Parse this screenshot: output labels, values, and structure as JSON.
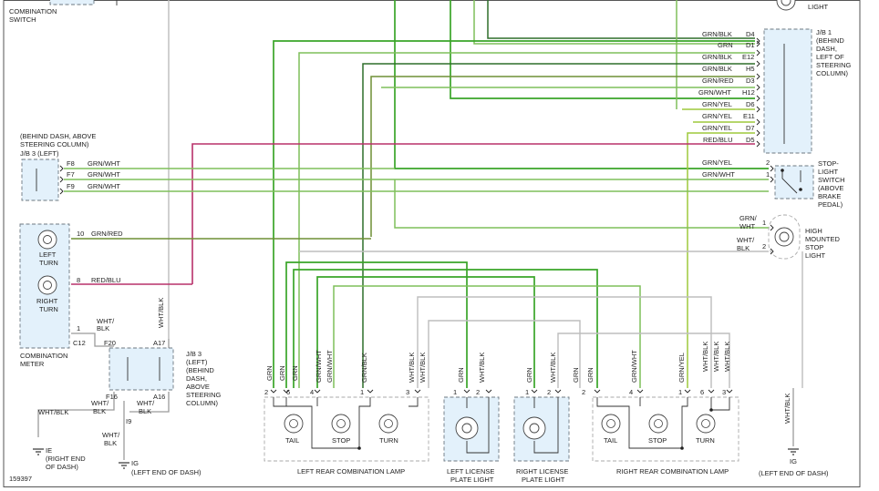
{
  "labels": {
    "combination_switch": [
      "COMBINATION",
      "SWITCH"
    ],
    "light_top": "LIGHT",
    "jb1": [
      "J/B 1",
      "(BEHIND",
      "DASH,",
      "LEFT OF",
      "STEERING",
      "COLUMN)"
    ],
    "jb3_top_loc": [
      "(BEHIND DASH, ABOVE",
      "STEERING COLUMN)"
    ],
    "jb3_top_name": "J/B 3 (LEFT)",
    "stop_switch": [
      "STOP-",
      "LIGHT",
      "SWITCH",
      "(ABOVE",
      "BRAKE",
      "PEDAL)"
    ],
    "high_stop": [
      "HIGH",
      "MOUNTED",
      "STOP",
      "LIGHT"
    ],
    "left_turn": [
      "LEFT",
      "TURN"
    ],
    "right_turn": [
      "RIGHT",
      "TURN"
    ],
    "combination_meter": [
      "COMBINATION",
      "METER"
    ],
    "jb3_bottom": [
      "J/B 3",
      "(LEFT)",
      "(BEHIND",
      "DASH,",
      "ABOVE",
      "STEERING",
      "COLUMN)"
    ],
    "ground_ie": [
      "IE",
      "(RIGHT END",
      "OF DASH)"
    ],
    "ground_ig_left": "IG",
    "ground_ig_left_loc": "(LEFT END OF DASH)",
    "ground_ig_right": "IG",
    "ground_ig_right_loc": "(LEFT END OF DASH)",
    "left_rear_lamp": "LEFT REAR COMBINATION LAMP",
    "left_license": [
      "LEFT LICENSE",
      "PLATE LIGHT"
    ],
    "right_license": [
      "RIGHT LICENSE",
      "PLATE LIGHT"
    ],
    "right_rear_lamp": "RIGHT REAR COMBINATION LAMP",
    "tail": "TAIL",
    "stop": "STOP",
    "turn": "TURN",
    "diagram_id": "159397"
  },
  "jb1_wires": [
    {
      "color": "GRN/BLK",
      "pin": "D4"
    },
    {
      "color": "GRN",
      "pin": "D1"
    },
    {
      "color": "GRN/BLK",
      "pin": "E12"
    },
    {
      "color": "GRN/BLK",
      "pin": "H5"
    },
    {
      "color": "GRN/RED",
      "pin": "D3"
    },
    {
      "color": "GRN/WHT",
      "pin": "H12"
    },
    {
      "color": "GRN/YEL",
      "pin": "D6"
    },
    {
      "color": "GRN/YEL",
      "pin": "E11"
    },
    {
      "color": "GRN/YEL",
      "pin": "D7"
    },
    {
      "color": "RED/BLU",
      "pin": "D5"
    }
  ],
  "jb3_left_wires": [
    {
      "pin": "F8",
      "color": "GRN/WHT"
    },
    {
      "pin": "F7",
      "color": "GRN/WHT"
    },
    {
      "pin": "F9",
      "color": "GRN/WHT"
    }
  ],
  "stop_switch_wires": [
    {
      "color": "GRN/YEL",
      "pin": "2"
    },
    {
      "color": "GRN/WHT",
      "pin": "1"
    }
  ],
  "high_stop_wires": [
    {
      "color": [
        "GRN/",
        "WHT"
      ],
      "pin": "1"
    },
    {
      "color": [
        "WHT/",
        "BLK"
      ],
      "pin": "2"
    }
  ],
  "meter_wires": [
    {
      "pin": "10",
      "color": "GRN/RED"
    },
    {
      "pin": "8",
      "color": "RED/BLU"
    },
    {
      "pin": "1",
      "color": [
        "WHT/",
        "BLK"
      ]
    }
  ],
  "meter_connector": "C12",
  "jb3_bottom_pins": {
    "f20": "F20",
    "a17": "A17",
    "f16": "F16",
    "a16": "A16",
    "i9": "I9"
  },
  "jb3_bottom_wires": {
    "top_vertical": "WHT/BLK",
    "meter_side": [
      "WHT/",
      "BLK"
    ],
    "f16": [
      "WHT/",
      "BLK"
    ],
    "a16": [
      "WHT/",
      "BLK"
    ],
    "ie_wire": "WHT/BLK",
    "ig_wire": [
      "WHT/",
      "BLK"
    ]
  },
  "left_rear_pins": [
    "2",
    "6",
    "4",
    "1",
    "3"
  ],
  "left_rear_wires": [
    "GRN",
    "GRN",
    "GRN",
    "GRN/WHT",
    "GRN/WHT",
    "GRN/BLK",
    "WHT/BLK",
    "WHT/BLK"
  ],
  "left_license_pins": [
    "1",
    "2"
  ],
  "left_license_wires": [
    "GRN",
    "WHT/BLK"
  ],
  "right_license_pins": [
    "1",
    "2"
  ],
  "right_license_wires": [
    "GRN",
    "WHT/BLK"
  ],
  "right_rear_pins": [
    "2",
    "4",
    "1",
    "6",
    "3"
  ],
  "right_rear_wires": [
    "GRN",
    "GRN",
    "GRN/WHT",
    "GRN/YEL",
    "WHT/BLK",
    "WHT/BLK",
    "WHT/BLK"
  ],
  "right_ground_wire": "WHT/BLK"
}
